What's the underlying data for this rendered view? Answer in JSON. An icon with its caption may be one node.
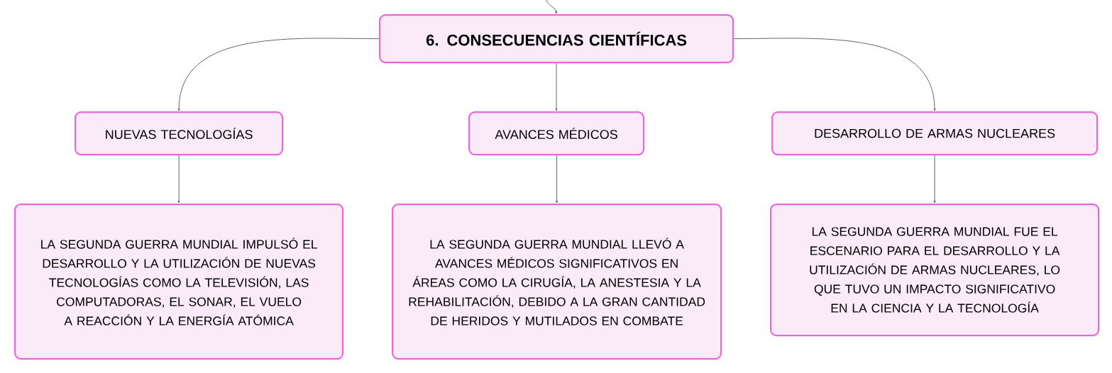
{
  "diagram": {
    "nodes": [
      {
        "text": [
          "6. CONSECUENCIAS CIENTÍFICAS"
        ]
      },
      {
        "text": [
          "NUEVAS TECNOLOGÍAS"
        ]
      },
      {
        "text": [
          "AVANCES MÉDICOS"
        ]
      },
      {
        "text": [
          "DESARROLLO DE ARMAS NUCLEARES"
        ]
      },
      {
        "text": [
          "LA SEGUNDA GUERRA MUNDIAL IMPULSÓ EL DESARROLLO Y LA UTILIZACIÓN DE NUEVAS TECNOLOGÍAS COMO LA TELEVISIÓN, LAS COMPUTADORAS, EL SONAR, EL VUELO A REACCIÓN Y LA ENERGÍA ATÓMICA"
        ]
      },
      {
        "text": [
          "LA SEGUNDA GUERRA MUNDIAL LLEVÓ A AVANCES MÉDICOS SIGNIFICATIVOS EN ÁREAS COMO LA CIRUGÍA, LA ANESTESIA Y LA REHABILITACIÓN, DEBIDO A LA GRAN CANTIDAD DE HERIDOS Y MUTILADOS EN COMBATE"
        ]
      },
      {
        "text": [
          "LA SEGUNDA GUERRA MUNDIAL FUE EL ESCENARIO PARA EL DESARROLLO Y LA UTILIZACIÓN DE ARMAS NUCLEARES, LO QUE TUVO UN IMPACTO SIGNIFICATIVO EN LA CIENCIA Y LA TECNOLOGÍA"
        ]
      }
    ],
    "edges": [
      {
        "from": null,
        "to": 0,
        "arrow": "to"
      },
      {
        "from": 0,
        "to": 1,
        "arrow": "to"
      },
      {
        "from": 0,
        "to": 2,
        "arrow": "to"
      },
      {
        "from": 0,
        "to": 3,
        "arrow": "to"
      },
      {
        "from": 1,
        "to": 4,
        "arrow": "to"
      },
      {
        "from": 2,
        "to": 5,
        "arrow": "to"
      },
      {
        "from": 3,
        "to": 6,
        "arrow": "to"
      }
    ]
  }
}
